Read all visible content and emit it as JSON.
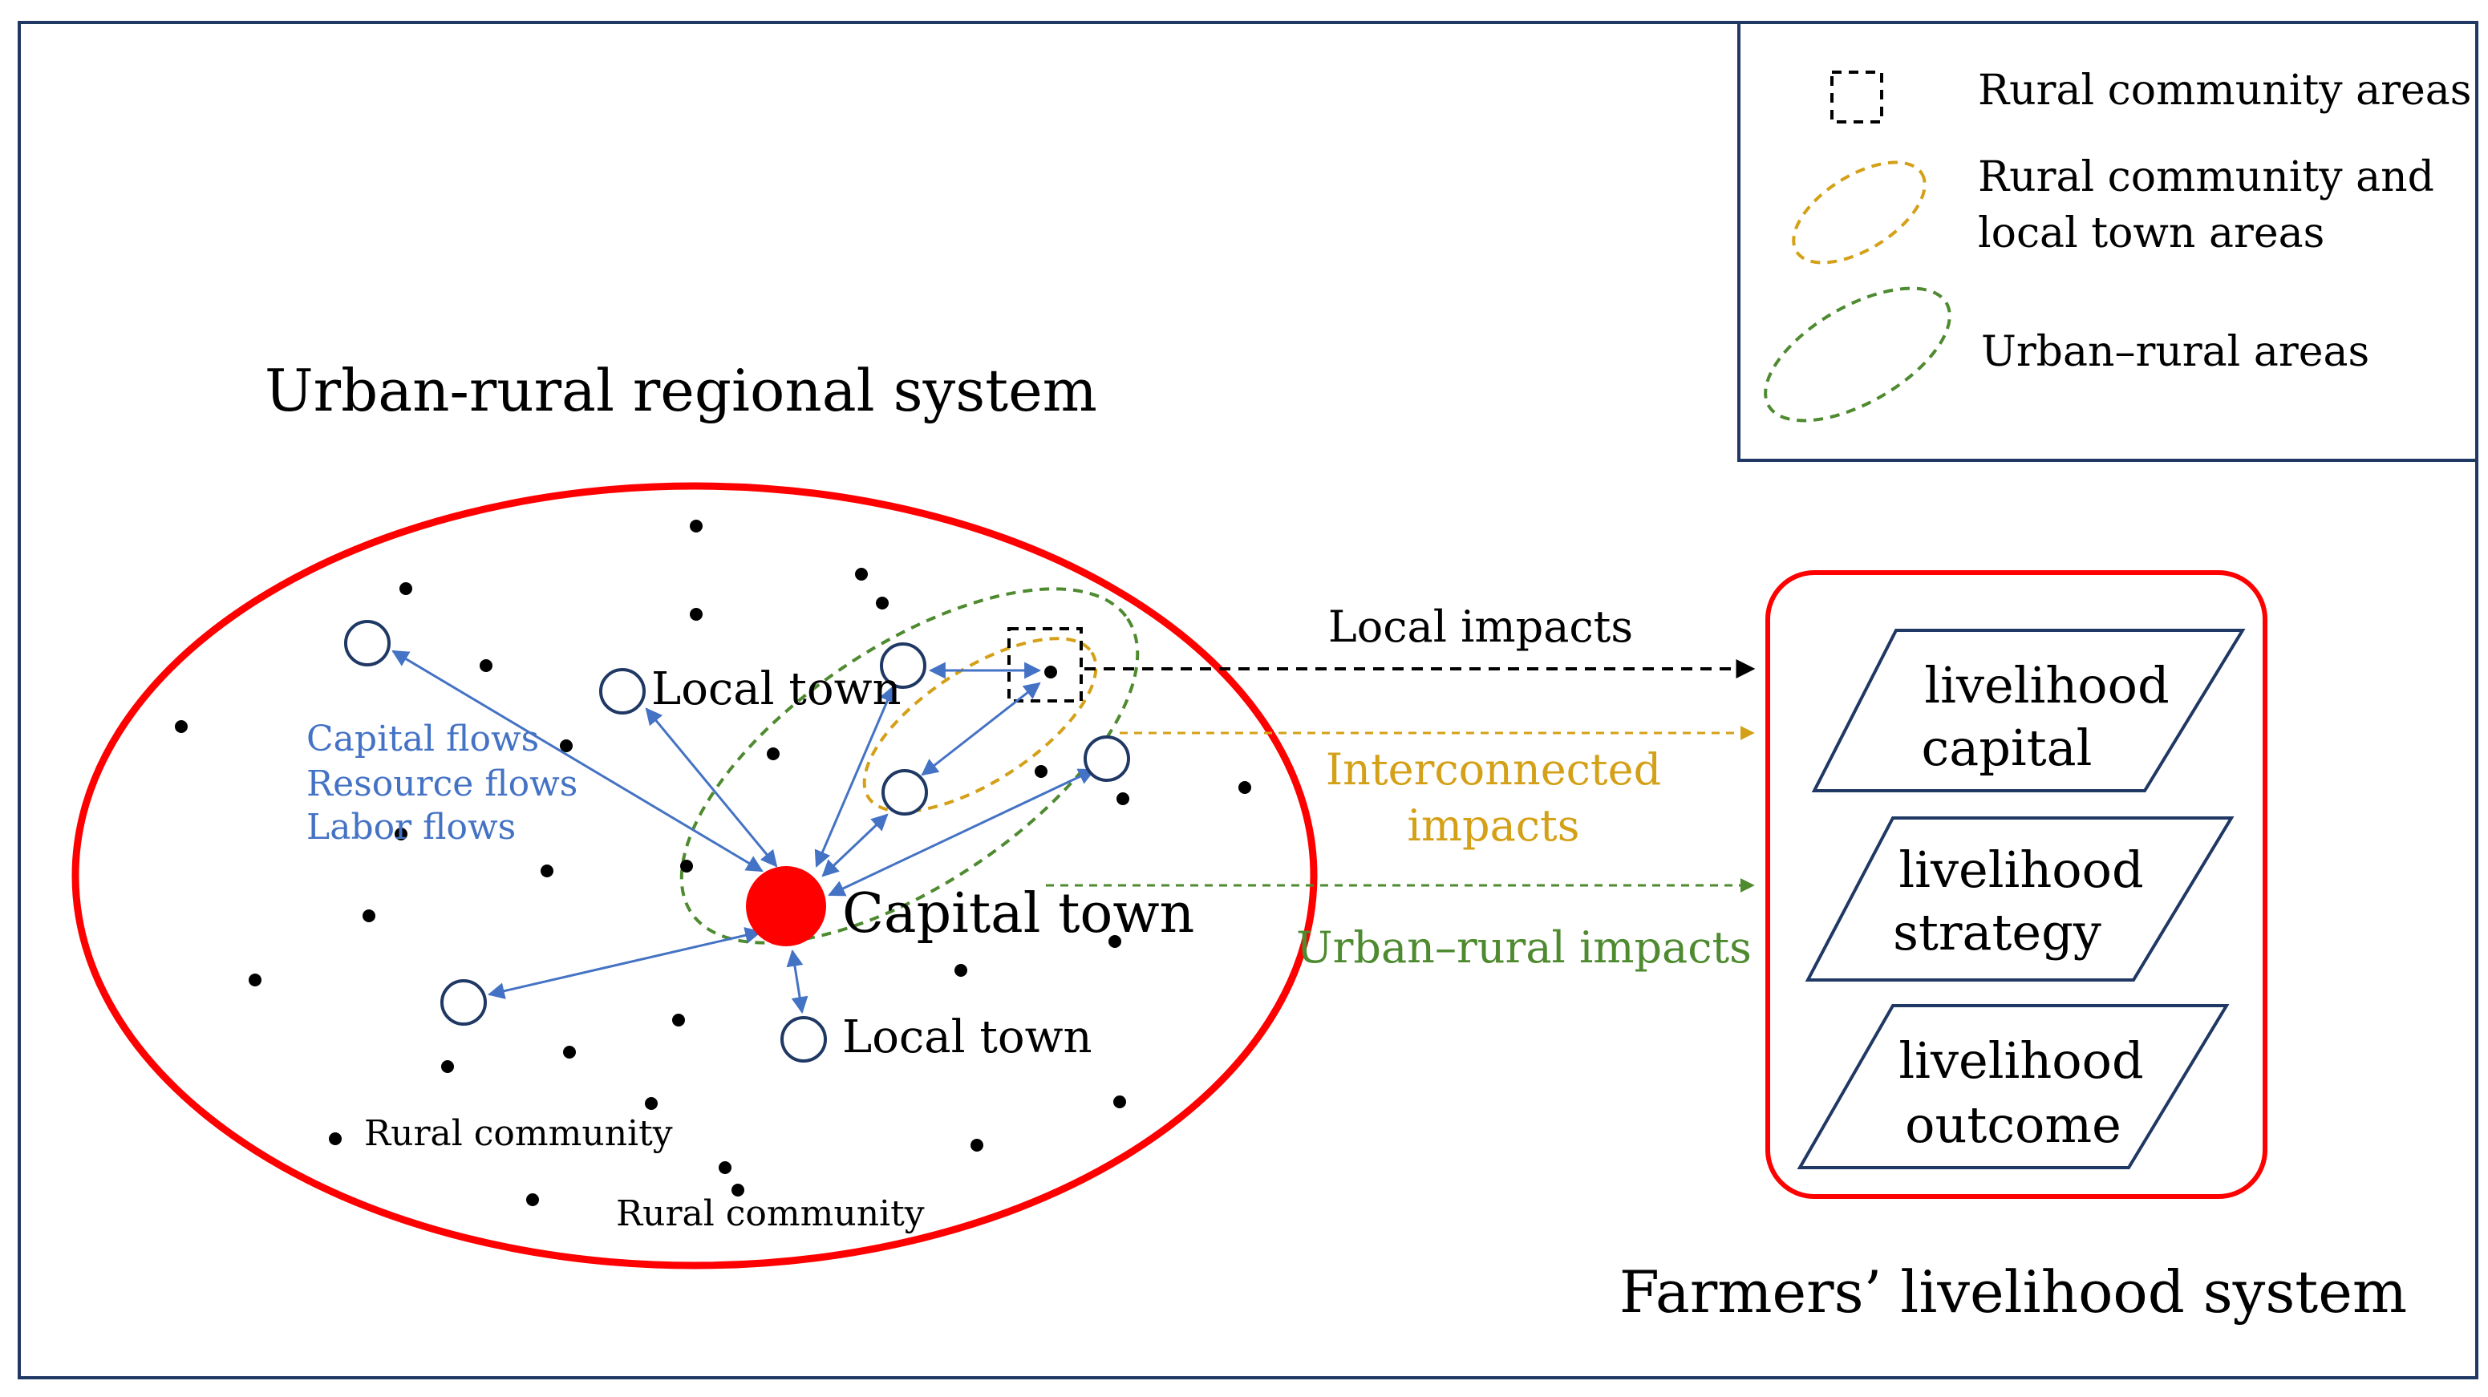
{
  "colors": {
    "frame": "#1f3864",
    "red": "#ff0000",
    "blue": "#4472c4",
    "gold": "#d4a017",
    "green": "#4e8a2f",
    "black": "#000000",
    "navy": "#1f3864"
  },
  "legend": {
    "rural_community_areas": "Rural community areas",
    "rural_and_local_line1": "Rural community and",
    "rural_and_local_line2": "local town areas",
    "urban_rural_areas": "Urban–rural areas"
  },
  "regional_system": {
    "title": "Urban-rural regional system",
    "flow_labels": [
      "Capital flows",
      "Resource flows",
      "Labor flows"
    ],
    "capital_town": "Capital town",
    "local_town": "Local town",
    "rural_community": "Rural community"
  },
  "impacts": {
    "local": "Local impacts",
    "interconnected_line1": "Interconnected",
    "interconnected_line2": "impacts",
    "urban_rural": "Urban–rural impacts"
  },
  "livelihood_system": {
    "title": "Farmers’ livelihood system",
    "capital_line1": "livelihood",
    "capital_line2": "capital",
    "strategy_line1": "livelihood",
    "strategy_line2": "strategy",
    "outcome_line1": "livelihood",
    "outcome_line2": "outcome"
  }
}
